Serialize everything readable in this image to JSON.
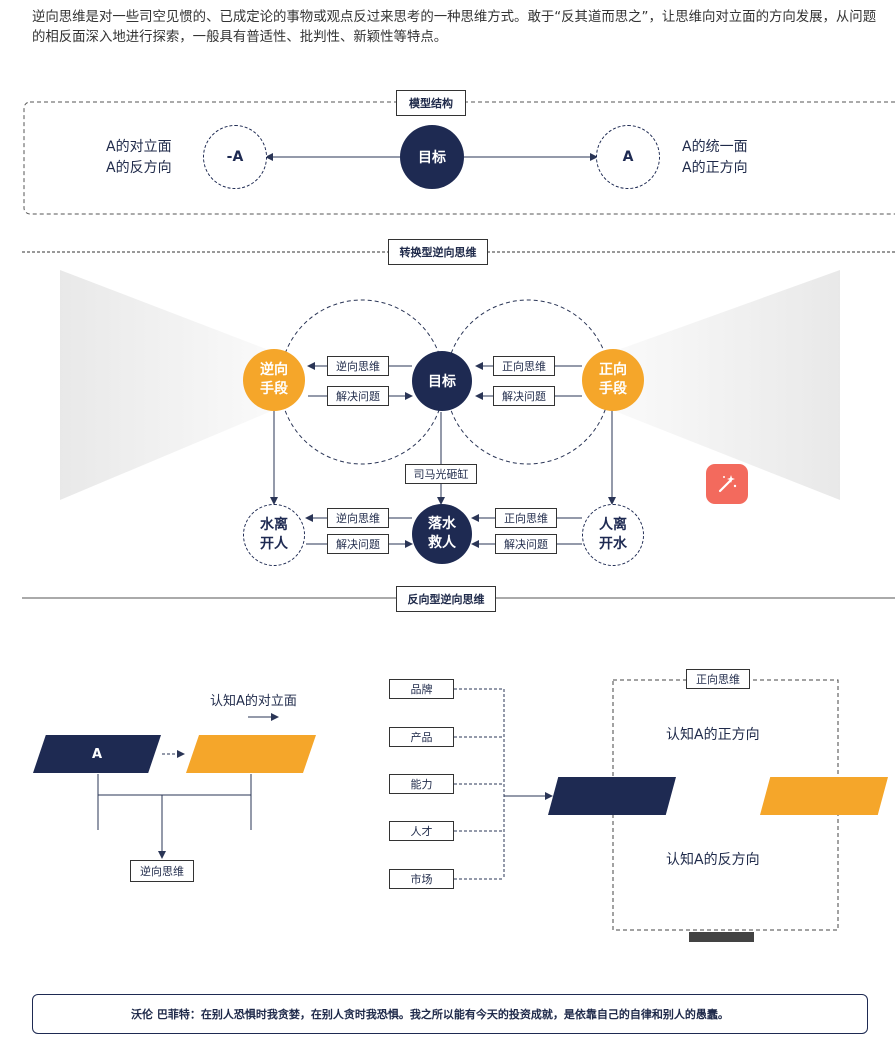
{
  "intro": "逆向思维是对一些司空见惯的、已成定论的事物或观点反过来思考的一种思维方式。敢于“反其道而思之”，让思维向对立面的方向发展，从问题的相反面深入地进行探索，一般具有普适性、批判性、新颖性等特点。",
  "model": {
    "section_label": "模型结构",
    "left_text": [
      "A的对立面",
      "A的反方向"
    ],
    "left_node": "-A",
    "center_node": "目标",
    "right_node": "A",
    "right_text": [
      "A的统一面",
      "A的正方向"
    ]
  },
  "conversion": {
    "section_label": "转换型逆向思维",
    "left_node": [
      "逆向",
      "手段"
    ],
    "center_node": "目标",
    "right_node": [
      "正向",
      "手段"
    ],
    "top_left_labels": [
      "逆向思维",
      "解决问题"
    ],
    "top_right_labels": [
      "正向思维",
      "解决问题"
    ],
    "middle_label": "司马光砸缸",
    "bottom_left_node": [
      "水离",
      "开人"
    ],
    "bottom_center_node": [
      "落水",
      "救人"
    ],
    "bottom_right_node": [
      "人离",
      "开水"
    ],
    "bottom_left_labels": [
      "逆向思维",
      "解决问题"
    ],
    "bottom_right_labels": [
      "正向思维",
      "解决问题"
    ]
  },
  "reverse": {
    "section_label": "反向型逆向思维",
    "top_label": "认知A的对立面",
    "a_shape": "A",
    "bottom_label": "逆向思维",
    "inputs": [
      "品牌",
      "产品",
      "能力",
      "人才",
      "市场"
    ],
    "group_label": "正向思维",
    "positive_text": "认知A的正方向",
    "negative_text": "认知A的反方向"
  },
  "quote": "沃伦 巴菲特：在别人恐惧时我贪婪，在别人贪时我恐惧。我之所以能有今天的投资成就，是依靠自己的自律和别人的愚蠢。",
  "colors": {
    "navy": "#1e2a52",
    "gold": "#f5a62a",
    "accent_red": "#f36a5d"
  },
  "icons": {
    "fab": "magic-wand-icon"
  }
}
